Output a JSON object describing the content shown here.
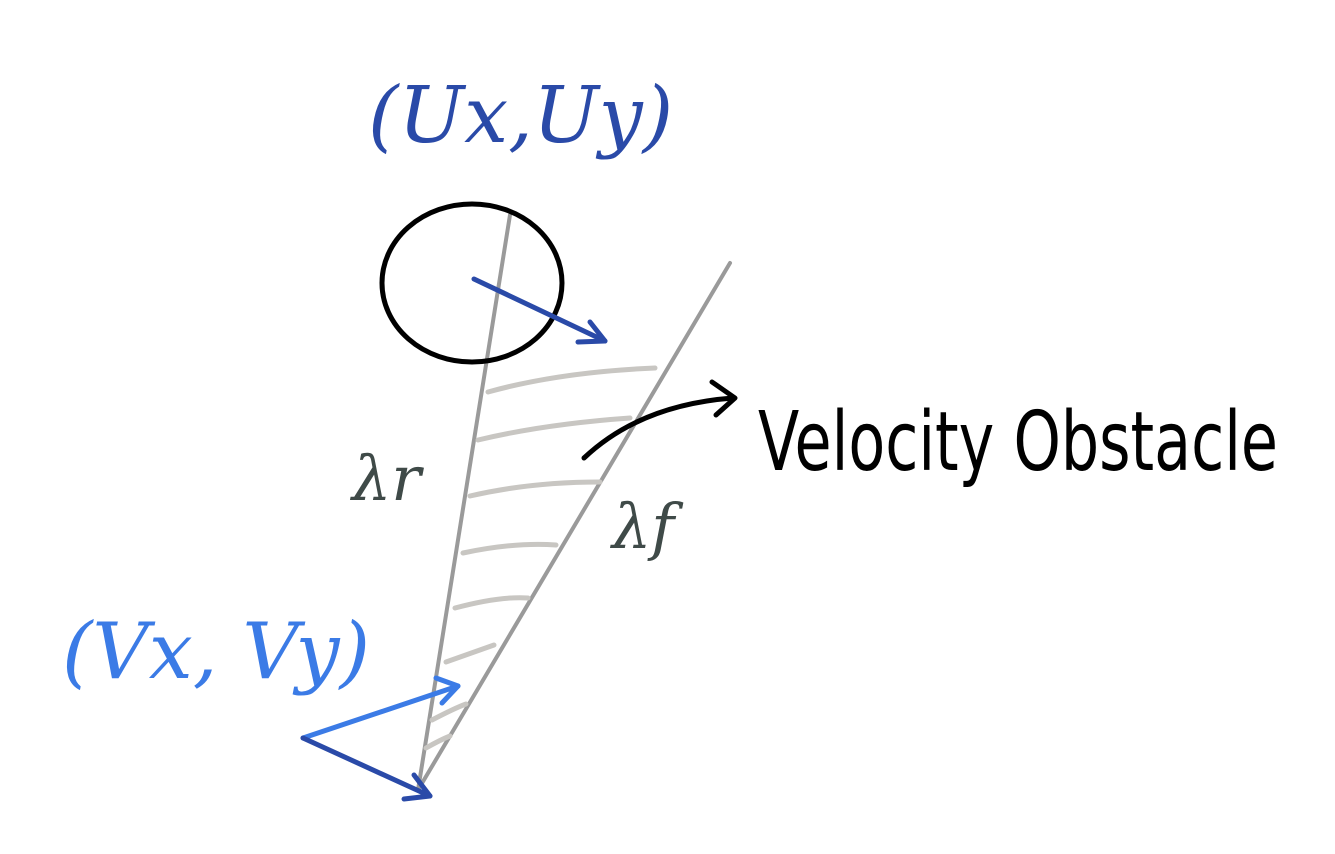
{
  "labels": {
    "obstacle_velocity": "(Ux,Uy)",
    "robot_velocity": "(Vx, Vy)",
    "lambda_r": "λr",
    "lambda_f": "λf",
    "velocity_obstacle": "Velocity Obstacle"
  },
  "colors": {
    "dark_blue": "#2a4aa8",
    "light_blue": "#3b7be6",
    "black": "#000000",
    "cone_line": "#9a9a9a",
    "hatch": "#c8c6c2",
    "lambda_text": "#3f4a48"
  }
}
